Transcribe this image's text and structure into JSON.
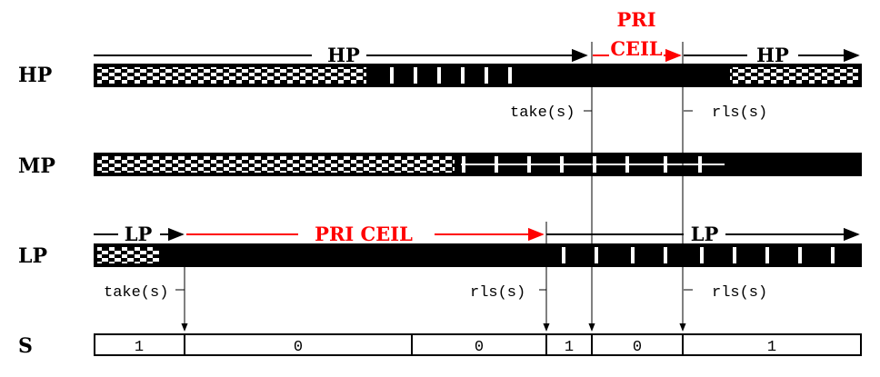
{
  "rows": {
    "hp": "HP",
    "mp": "MP",
    "lp": "LP",
    "s": "S"
  },
  "hp_phases": {
    "hp_before": "HP",
    "ceil_line1": "PRI",
    "ceil_line2": "CEIL",
    "hp_after": "HP"
  },
  "hp_events": {
    "take": "take(s)",
    "release": "rls(s)"
  },
  "lp_phases": {
    "lp_before": "LP",
    "ceil": "PRI CEIL",
    "lp_after": "LP"
  },
  "lp_events": {
    "take": "take(s)",
    "release": "rls(s)"
  },
  "semaphore_values": [
    "1",
    "0",
    "0",
    "1",
    "0",
    "1"
  ],
  "colors": {
    "ink": "#000000",
    "ceiling": "#ff0000",
    "paper": "#ffffff"
  }
}
